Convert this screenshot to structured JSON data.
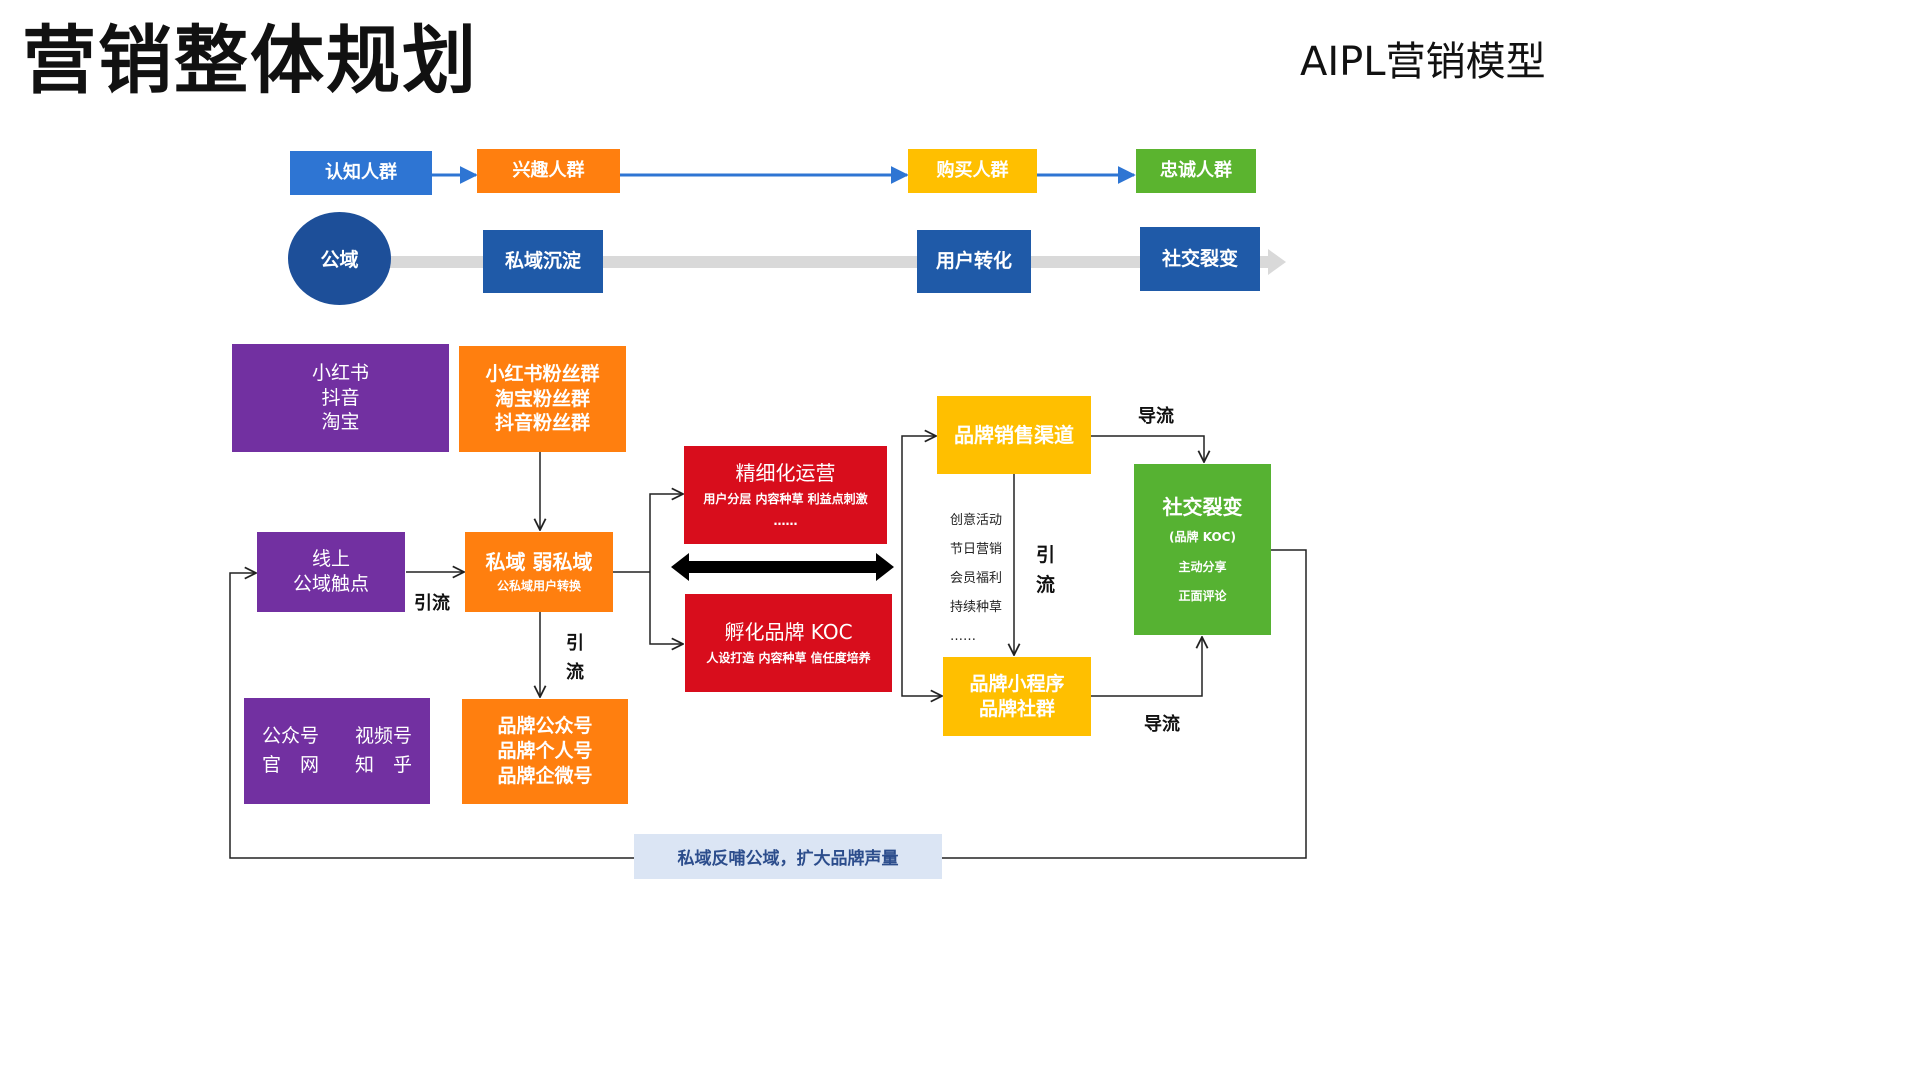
{
  "title": "营销整体规划",
  "subtitle": "AIPL营销模型",
  "stages": {
    "awareness": "认知人群",
    "interest": "兴趣人群",
    "purchase": "购买人群",
    "loyalty": "忠诚人群"
  },
  "flow": {
    "public_domain": "公域",
    "private_settle": "私域沉淀",
    "conversion": "用户转化",
    "social_fission": "社交裂变"
  },
  "platforms": [
    "小红书",
    "抖音",
    "淘宝"
  ],
  "fan_groups": [
    "小红书粉丝群",
    "淘宝粉丝群",
    "抖音粉丝群"
  ],
  "online_touchpoints": [
    "线上",
    "公域触点"
  ],
  "private": {
    "title": "私域 弱私域",
    "sub": "公私域用户转换"
  },
  "media_channels": {
    "row1": [
      "公众号",
      "视频号"
    ],
    "row2": [
      "官　网",
      "知　乎"
    ]
  },
  "brand_accounts": [
    "品牌公众号",
    "品牌个人号",
    "品牌企微号"
  ],
  "fine_ops": {
    "title": "精细化运营",
    "sub": "用户分层  内容种草  利益点刺激",
    "dots": "……"
  },
  "koc_incubation": {
    "title": "孵化品牌 KOC",
    "sub": "人设打造  内容种草  信任度培养"
  },
  "brand_sales": "品牌销售渠道",
  "activities": [
    "创意活动",
    "节日营销",
    "会员福利",
    "持续种草",
    "……"
  ],
  "mini_program": [
    "品牌小程序",
    "品牌社群"
  ],
  "fission_box": {
    "title": "社交裂变",
    "lines": [
      "(品牌 KOC)",
      "主动分享",
      "正面评论"
    ]
  },
  "labels": {
    "yinliu_left": "引流",
    "yinliu_vertical": [
      "引",
      "流"
    ],
    "yinliu_right": [
      "引",
      "流"
    ],
    "daoliu_top": "导流",
    "daoliu_bottom": "导流"
  },
  "feedback": "私域反哺公域，扩大品牌声量",
  "colors": {
    "blue": "#2e75d3",
    "orange": "#ff7f0f",
    "yellow": "#ffbf00",
    "green": "#5bb42f",
    "navy": "#1f5aa8",
    "purple": "#7230a1",
    "red": "#d80d1c",
    "light_blue": "#dbe5f4"
  }
}
